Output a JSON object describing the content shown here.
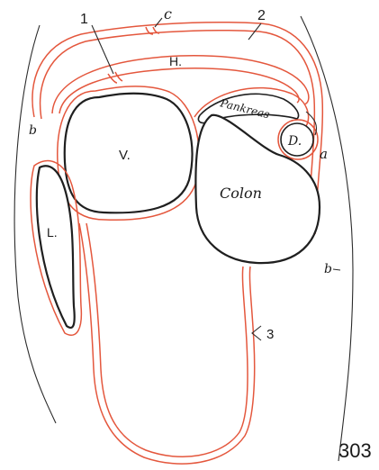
{
  "figure": {
    "labels": {
      "one": "1",
      "two": "2",
      "c": "c",
      "h": "H.",
      "pankreas": "Pankreas",
      "d": "D.",
      "a": "a",
      "b_left": "b",
      "b_right": "b",
      "v": "V.",
      "colon": "Colon",
      "l": "L.",
      "three": "3"
    },
    "page_number": "303",
    "colors": {
      "peritoneum": "#e4573d",
      "organ_outline": "#1f1f1f",
      "outer_wall": "#2b2b2b"
    }
  }
}
